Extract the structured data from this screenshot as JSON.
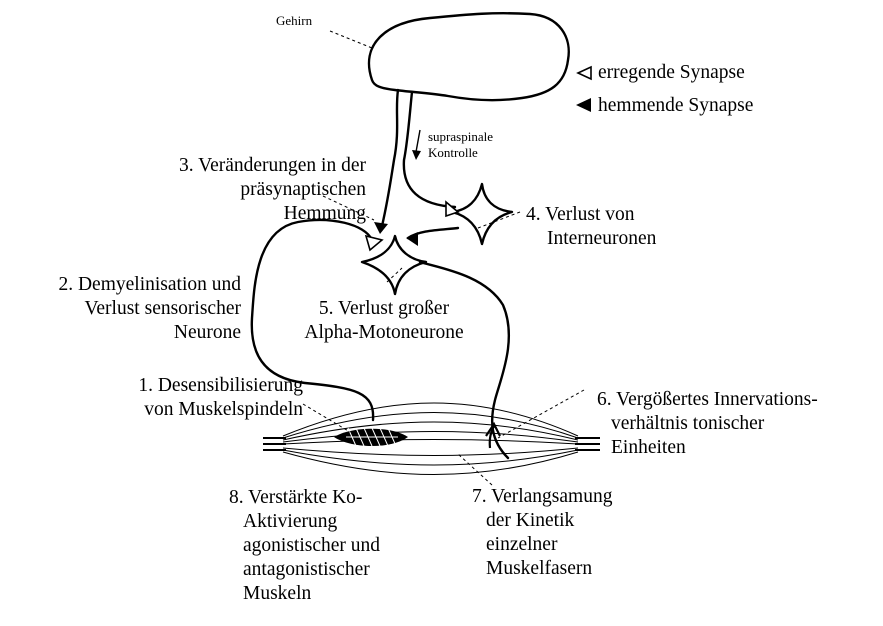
{
  "brain_label": "Gehirn",
  "legend": {
    "excitatory": "erregende Synapse",
    "inhibitory": "hemmende Synapse"
  },
  "supraspinal": [
    "supraspinale",
    "Kontrolle"
  ],
  "labels": {
    "l1": [
      "1. Desensibilisierung",
      "von Muskelspindeln"
    ],
    "l2": [
      "2. Demyelinisation und",
      "Verlust sensorischer",
      "Neurone"
    ],
    "l3": [
      "3. Veränderungen in der",
      "präsynaptischen",
      "Hemmung"
    ],
    "l4": [
      "4.  Verlust von",
      "Interneuronen"
    ],
    "l5": [
      "5. Verlust großer",
      "Alpha-Motoneurone"
    ],
    "l6": [
      "6. Vergößertes Innervations-",
      "verhältnis tonischer",
      "Einheiten"
    ],
    "l7": [
      "7. Verlangsamung",
      "der Kinetik",
      "einzelner",
      "Muskelfasern"
    ],
    "l8": [
      "8. Verstärkte Ko-",
      "Aktivierung",
      "agonistischer und",
      "antagonistischer",
      "Muskeln"
    ]
  },
  "colors": {
    "ink": "#000000",
    "background": "#ffffff"
  }
}
